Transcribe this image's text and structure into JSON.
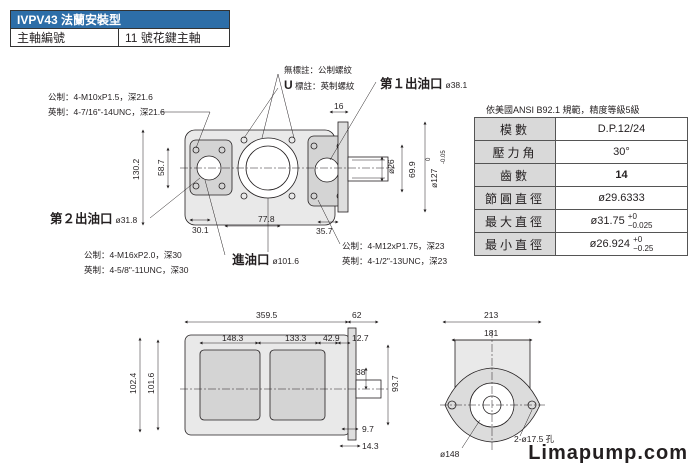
{
  "header": {
    "model_label": "IVPV43  法蘭安裝型",
    "shaft_label": "主軸編號",
    "shaft_value": "11  號花鍵主軸"
  },
  "notes": {
    "no_mark": "無標註：公制螺紋",
    "u_mark_letter": "U",
    "u_mark_text": " 標註：英制螺紋",
    "port1_metric": "公制：4-M10xP1.5，深21.6",
    "port1_imperial": "英制：4-7/16\"-14UNC，深21.6",
    "port2_metric": "公制：4-M16xP2.0，深30",
    "port2_imperial": "英制：4-5/8\"-11UNC，深30",
    "inlet_metric": "公制：4-M12xP1.75，深23",
    "inlet_imperial": "英制：4-1/2\"-13UNC，深23"
  },
  "ports": {
    "outlet1_name": "第１出油口",
    "outlet1_dia": "ø38.1",
    "outlet2_name": "第２出油口",
    "outlet2_dia": "ø31.8",
    "inlet_name": "進油口",
    "inlet_dia": "ø101.6"
  },
  "dims_top": {
    "d16": "16",
    "d130_2": "130.2",
    "d58_7": "58.7",
    "d30_1": "30.1",
    "d77_8": "77.8",
    "d35_7": "35.7",
    "d26": "ø26",
    "d69_9": "69.9",
    "d127": "ø127",
    "d127_tol_upper": "0",
    "d127_tol_lower": "-0.05"
  },
  "dims_side": {
    "d359_5": "359.5",
    "d62": "62",
    "d148_3": "148.3",
    "d133_3": "133.3",
    "d42_9": "42.9",
    "d12_7": "12.7",
    "d38": "38",
    "d93_7": "93.7",
    "d102_4": "102.4",
    "d101_6": "101.6",
    "d9_7": "9.7",
    "d14_3": "14.3"
  },
  "dims_end": {
    "d213": "213",
    "d181": "181",
    "d148": "ø148",
    "holes": "2-ø17.5 孔"
  },
  "spec": {
    "caption": "依美國ANSI  B92.1 規範，精度等級5級",
    "rows": [
      {
        "k": "模數",
        "v": "D.P.12/24"
      },
      {
        "k": "壓力角",
        "v": "30°"
      },
      {
        "k": "齒數",
        "v": "14"
      },
      {
        "k": "節圓直徑",
        "v": "ø29.6333"
      },
      {
        "k": "最大直徑",
        "v": "ø31.75",
        "tol_upper": "+0",
        "tol_lower": "−0.025"
      },
      {
        "k": "最小直徑",
        "v": "ø26.924",
        "tol_upper": "+0",
        "tol_lower": "−0.25"
      }
    ]
  },
  "watermark": "Limapump.com"
}
